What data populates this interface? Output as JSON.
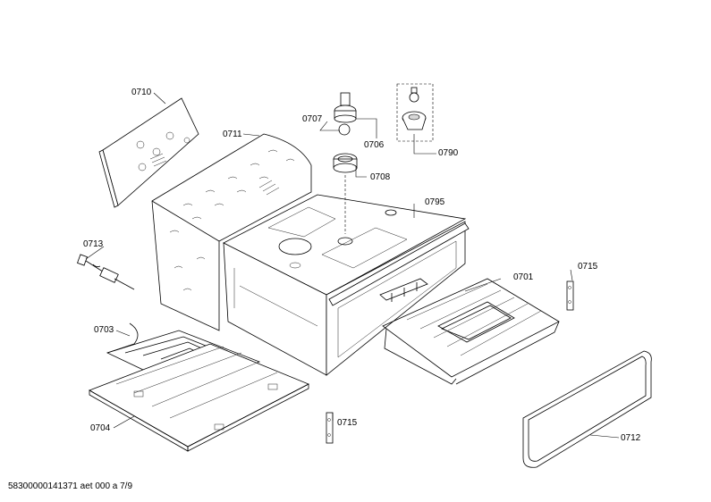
{
  "parts": {
    "p0710": "0710",
    "p0711": "0711",
    "p0707": "0707",
    "p0706": "0706",
    "p0790": "0790",
    "p0708": "0708",
    "p0795": "0795",
    "p0713": "0713",
    "p0701": "0701",
    "p0715a": "0715",
    "p0703": "0703",
    "p0704": "0704",
    "p0715b": "0715",
    "p0712": "0712"
  },
  "footer": "58300000141371 aet 000 a 7/9"
}
